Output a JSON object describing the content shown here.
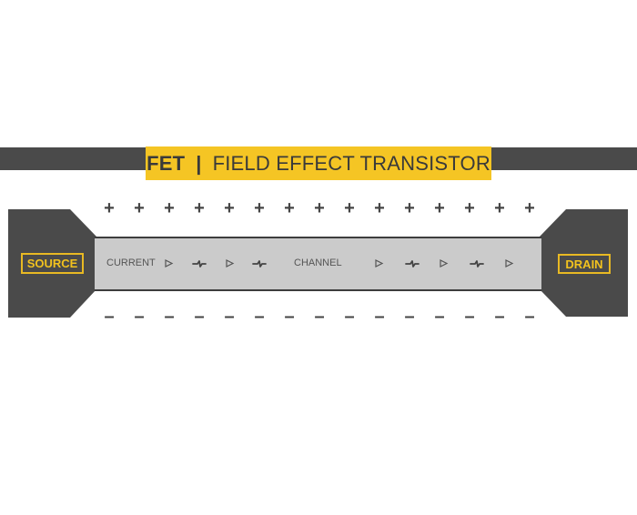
{
  "title": {
    "abbreviation": "FET",
    "separator": "|",
    "full_name": "FIELD EFFECT TRANSISTOR"
  },
  "terminals": {
    "source": "SOURCE",
    "drain": "DRAIN"
  },
  "channel": {
    "left_label": "CURRENT",
    "center_label": "CHANNEL",
    "symbols_left": [
      "triangle-arrow-icon",
      "electron-icon",
      "triangle-arrow-icon",
      "electron-icon"
    ],
    "symbols_right": [
      "triangle-arrow-icon",
      "electron-icon",
      "triangle-arrow-icon",
      "electron-icon",
      "triangle-arrow-icon"
    ]
  },
  "charges": {
    "top_symbol": "+",
    "bottom_symbol": "–",
    "count_each": 15
  },
  "colors": {
    "dark_gray": "#4a4a4a",
    "accent_yellow": "#f5c524",
    "channel_fill": "#cbcbcb",
    "background": "#ffffff"
  }
}
